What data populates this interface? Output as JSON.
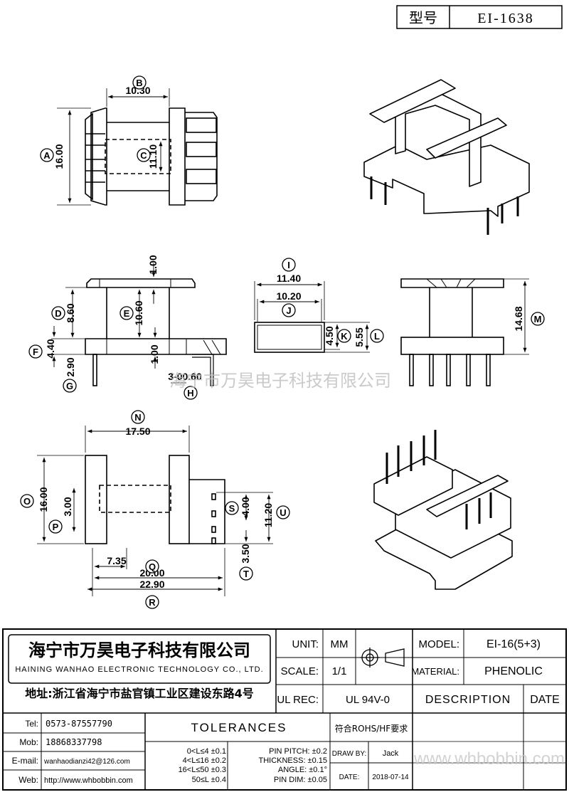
{
  "model_box": {
    "label": "型号",
    "value": "EI-1638"
  },
  "watermark": "海宁市万昊电子科技有限公司",
  "watermark_url": "www.whbobbin.com",
  "dims": {
    "B": "10.30",
    "A": "16.00",
    "C": "11.10",
    "D": "8.60",
    "E": "10.60",
    "top_gap": "1.00",
    "F": "4.40",
    "G": "2.90",
    "bottom_gap": "1.00",
    "H": "3-00.60",
    "I": "11.40",
    "J": "10.20",
    "K": "4.50",
    "L": "5.55",
    "M": "14.68",
    "N": "17.50",
    "O": "16.00",
    "P": "3.00",
    "Q_small": "7.35",
    "Q": "20.00",
    "R": "22.90",
    "S": "4.00",
    "T": "3.50",
    "U": "11.20"
  },
  "letters": [
    "A",
    "B",
    "C",
    "D",
    "E",
    "F",
    "G",
    "H",
    "I",
    "J",
    "K",
    "L",
    "M",
    "N",
    "O",
    "P",
    "Q",
    "R",
    "S",
    "T",
    "U"
  ],
  "title_block": {
    "company_cn": "海宁市万昊电子科技有限公司",
    "company_en": "HAINING WANHAO ELECTRONIC TECHNOLOGY CO., LTD.",
    "address": "地址:浙江省海宁市盐官镇工业区建设东路4号",
    "unit_label": "UNIT:",
    "unit_value": "MM",
    "scale_label": "SCALE:",
    "scale_value": "1/1",
    "ulrec_label": "UL REC:",
    "ulrec_value": "UL 94V-0",
    "model_label": "MODEL:",
    "model_value": "EI-16(5+3)",
    "material_label": "MATERIAL:",
    "material_value": "PHENOLIC",
    "description_label": "DESCRIPTION",
    "date_col_label": "DATE",
    "tel_label": "Tel:",
    "tel_value": "0573-87557790",
    "mob_label": "Mob:",
    "mob_value": "18868337798",
    "email_label": "E-mail:",
    "email_value": "wanhaodianzi42@126.com",
    "web_label": "Web:",
    "web_value": "http://www.whbobbin.com",
    "tolerances_label": "TOLERANCES",
    "rohs": "符合ROHS/HF要求",
    "tol_rows": [
      "0<L≤4  ±0.1",
      "4<L≤16  ±0.2",
      "16<L≤50  ±0.3",
      "50≤L  ±0.4"
    ],
    "pin_rows": [
      "PIN PITCH: ±0.2",
      "THICKNESS: ±0.15",
      "ANGLE: ±0.1°",
      "PIN DIM: ±0.05"
    ],
    "drawby_label": "DRAW BY:",
    "drawby_value": "Jack",
    "date_label": "DATE:",
    "date_value": "2018-07-14"
  }
}
